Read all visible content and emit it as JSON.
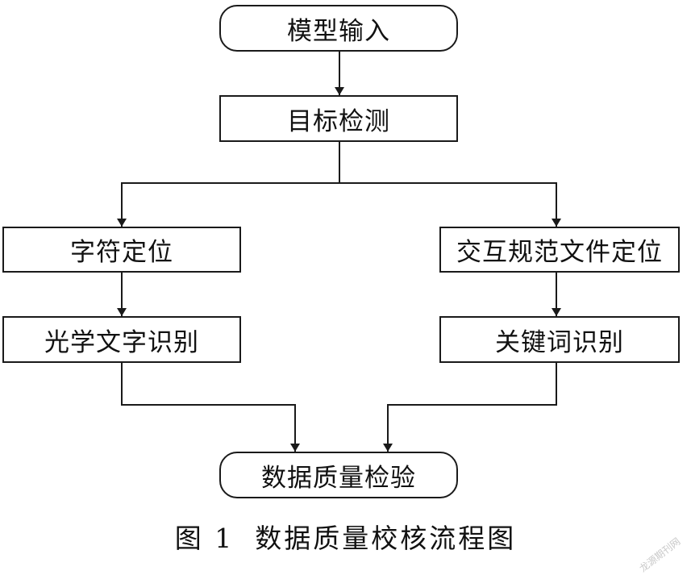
{
  "nodes": {
    "model_input": "模型输入",
    "object_detection": "目标检测",
    "char_locate": "字符定位",
    "spec_doc_locate": "交互规范文件定位",
    "ocr": "光学文字识别",
    "keyword_recog": "关键词识别",
    "data_quality_check": "数据质量检验"
  },
  "caption": {
    "number": "图 1",
    "title": "数据质量校核流程图"
  },
  "watermark": "龙源期刊网"
}
